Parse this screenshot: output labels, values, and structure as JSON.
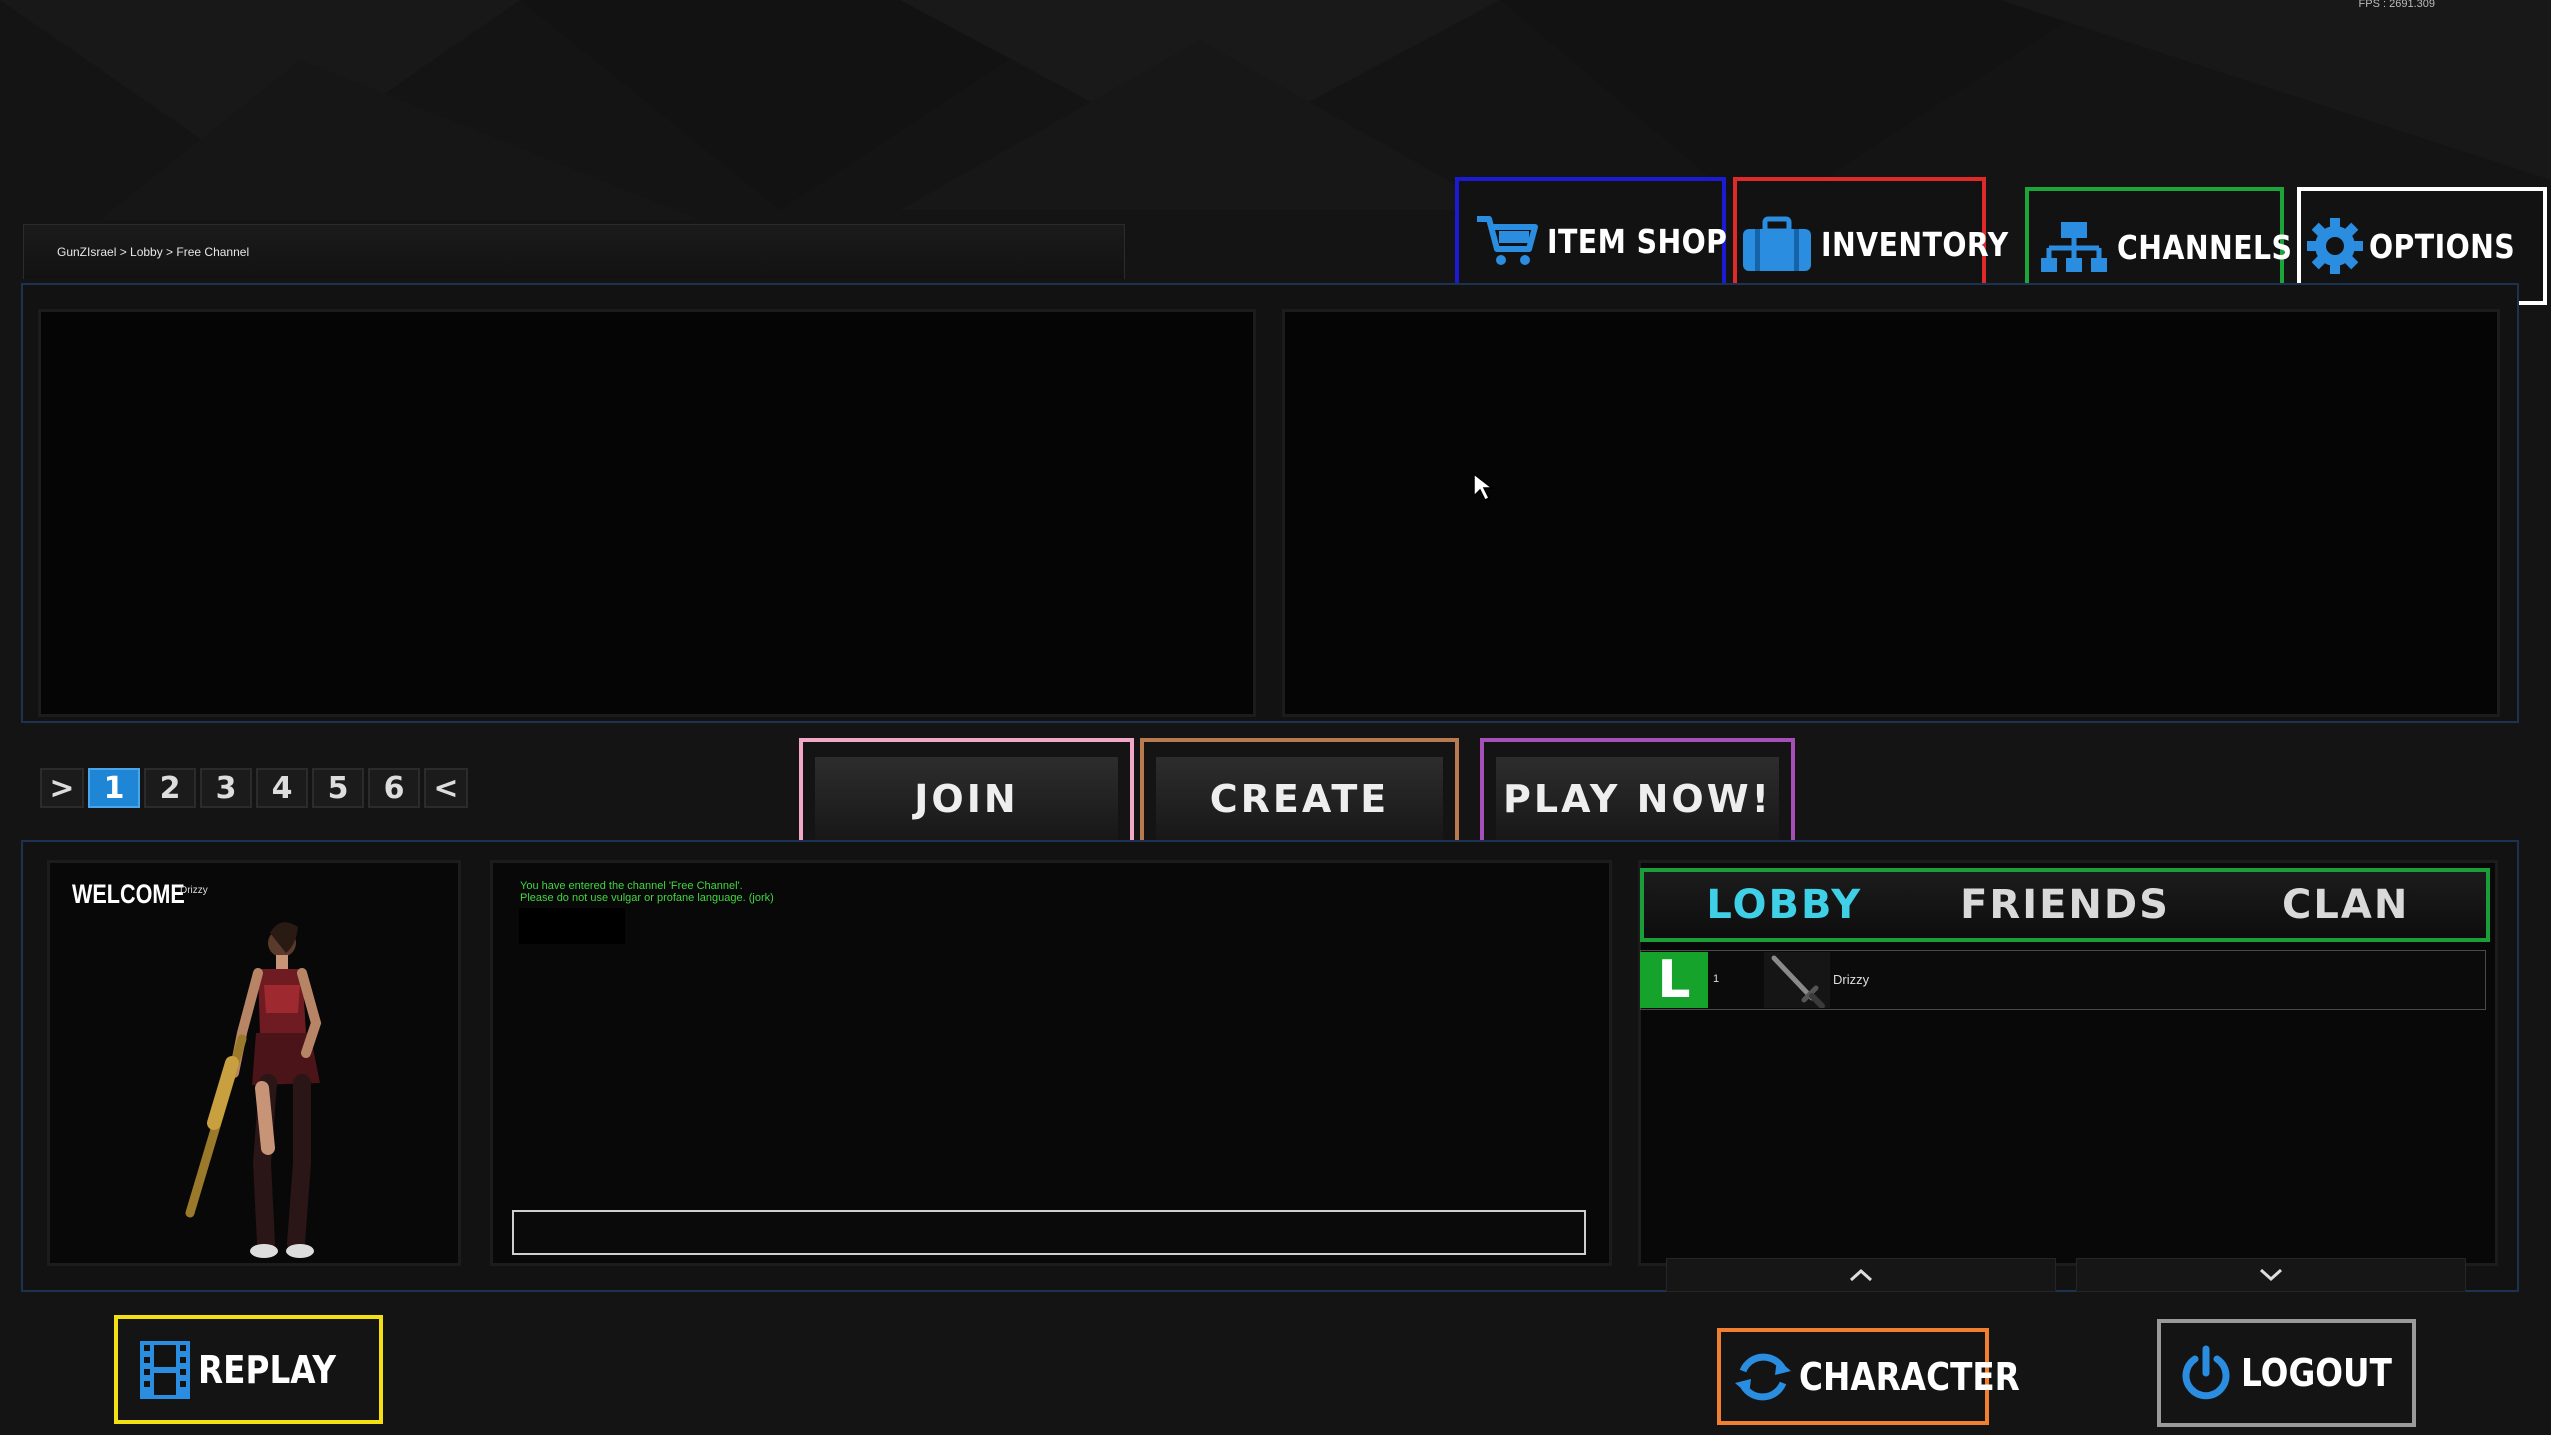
{
  "status": {
    "fps": "FPS : 2691.309"
  },
  "breadcrumb": "GunZIsrael > Lobby > Free Channel",
  "nav": {
    "item_shop": "ITEM SHOP",
    "inventory": "INVENTORY",
    "channels": "CHANNELS",
    "options": "OPTIONS"
  },
  "pager": {
    "prev": ">",
    "pages": [
      "1",
      "2",
      "3",
      "4",
      "5",
      "6"
    ],
    "active": "1",
    "next": "<"
  },
  "actions": {
    "join": "JOIN",
    "create": "CREATE",
    "play_now": "PLAY NOW!"
  },
  "welcome": {
    "title": "WELCOME",
    "player": "Drizzy"
  },
  "chat": {
    "lines": [
      "You have entered the channel 'Free Channel'.",
      "Please do not use vulgar or profane language. (jork)"
    ],
    "input_value": ""
  },
  "player_tabs": {
    "lobby": "LOBBY",
    "friends": "FRIENDS",
    "clan": "CLAN",
    "active": "LOBBY"
  },
  "players": [
    {
      "level_icon": "L",
      "rank": "1",
      "weapon_icon": "sword-icon",
      "name": "Drizzy"
    }
  ],
  "bottom": {
    "replay": "REPLAY",
    "character": "CHARACTER",
    "logout": "LOGOUT"
  },
  "colors": {
    "item_shop_border": "#1b1bd6",
    "inventory_border": "#e02a2a",
    "channels_border": "#1ca63a",
    "options_border": "#ffffff",
    "join_border": "#f2a6c8",
    "create_border": "#b87a4e",
    "play_now_border": "#a64fb8",
    "replay_border": "#f2e012",
    "character_border": "#f08030",
    "logout_border": "#9a9a9a",
    "tabs_border": "#1a9e3a",
    "icon_blue": "#2a8de0",
    "lobby_tab_active": "#3fd0e8",
    "level_green": "#16a32c",
    "chat_text": "#41d641"
  }
}
